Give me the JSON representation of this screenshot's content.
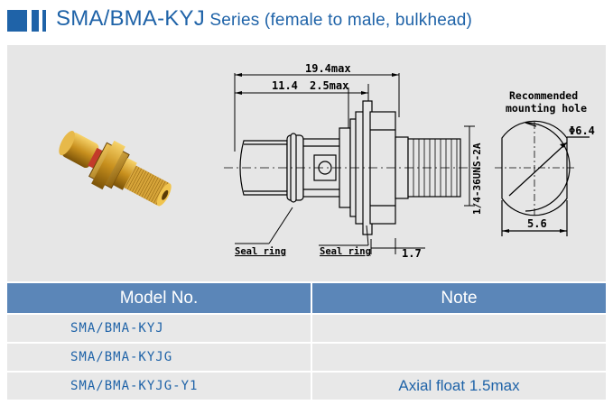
{
  "header": {
    "title_main": "SMA/BMA-KYJ",
    "title_sub": " Series (female to male, bulkhead)"
  },
  "drawing": {
    "dim_total": "19.4max",
    "dim_front": "11.4",
    "dim_flange": "2.5max",
    "thread": "1/4-36UNS-2A",
    "dim_bottom": "1.7",
    "seal_ring_1": "Seal ring",
    "seal_ring_2": "Seal ring",
    "hole_title_1": "Recommended",
    "hole_title_2": "mounting hole",
    "hole_diameter": "Φ6.4",
    "hole_flat": "5.6"
  },
  "table": {
    "headers": [
      "Model No.",
      "Note"
    ],
    "rows": [
      {
        "model": "SMA/BMA-KYJ",
        "note": ""
      },
      {
        "model": "SMA/BMA-KYJG",
        "note": ""
      },
      {
        "model": "SMA/BMA-KYJG-Y1",
        "note": "Axial float 1.5max"
      }
    ]
  },
  "colors": {
    "accent": "#1f63a8",
    "table_header": "#5b86b8",
    "figure_bg": "#e6e6e6",
    "cell_bg": "#e8e8e8"
  }
}
